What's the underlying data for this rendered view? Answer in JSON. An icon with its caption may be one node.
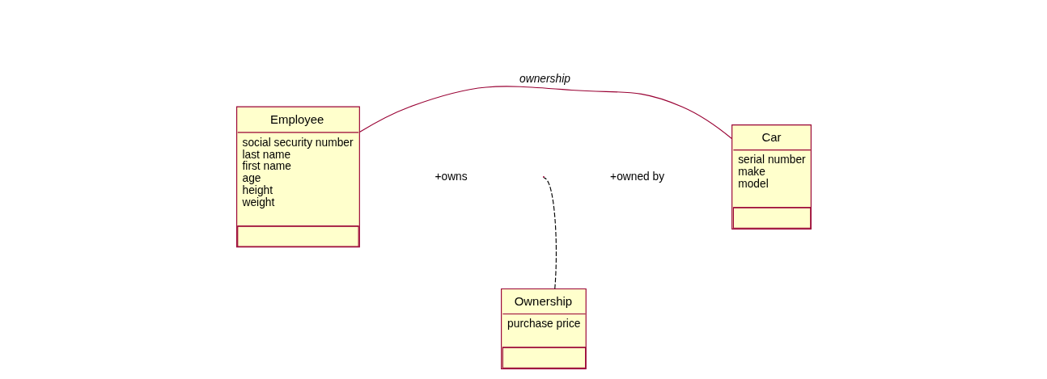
{
  "diagram": {
    "nodes": [
      {
        "text": [
          "Employee",
          "social security number",
          "last name",
          "first name",
          "age",
          "height",
          "weight"
        ]
      },
      {
        "text": [
          "Car",
          "serial number",
          "make",
          "model"
        ]
      },
      {
        "text": [
          "Ownership",
          "purchase price"
        ]
      }
    ],
    "edges": [
      {
        "from": 0,
        "to": 1,
        "arrow": "none",
        "label": "ownership"
      },
      {
        "from": 2,
        "to": null,
        "arrow": "none",
        "style": "dashed",
        "color": "#000000"
      }
    ],
    "labels": [
      "+owns",
      "+owned by"
    ]
  }
}
